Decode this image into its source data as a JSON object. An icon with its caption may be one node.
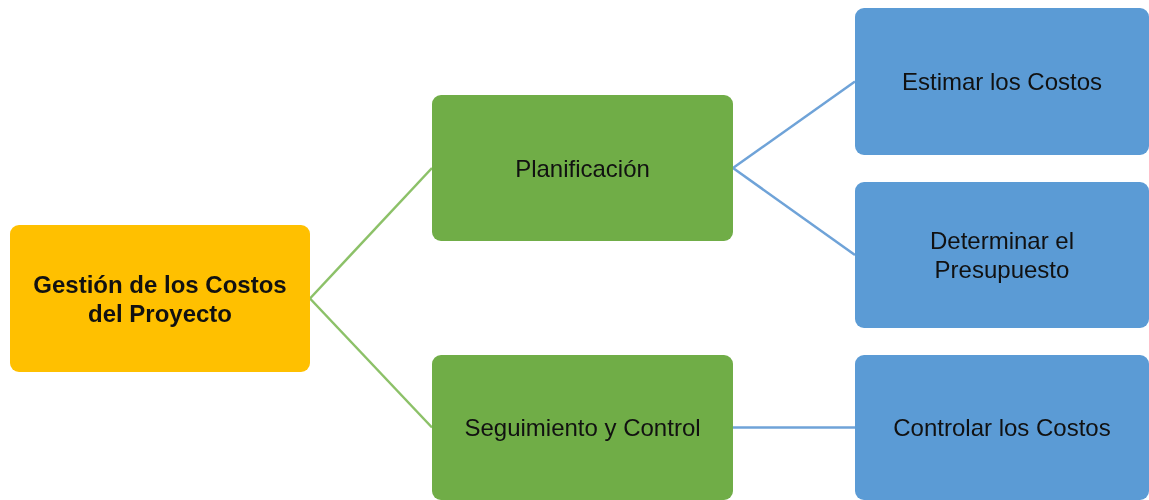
{
  "diagram": {
    "nodes": [
      {
        "text": [
          "Gestión de los Costos del Proyecto"
        ]
      },
      {
        "text": [
          "Planificación"
        ]
      },
      {
        "text": [
          "Seguimiento y Control"
        ]
      },
      {
        "text": [
          "Estimar los Costos"
        ]
      },
      {
        "text": [
          "Determinar el Presupuesto"
        ]
      },
      {
        "text": [
          "Controlar los Costos"
        ]
      }
    ],
    "edges": [
      {
        "from": 0,
        "to": 1,
        "arrow": "none",
        "color": "#8cc168"
      },
      {
        "from": 0,
        "to": 2,
        "arrow": "none",
        "color": "#8cc168"
      },
      {
        "from": 1,
        "to": 3,
        "arrow": "none"
      },
      {
        "from": 1,
        "to": 4,
        "arrow": "none"
      },
      {
        "from": 2,
        "to": 5,
        "arrow": "none"
      }
    ]
  }
}
